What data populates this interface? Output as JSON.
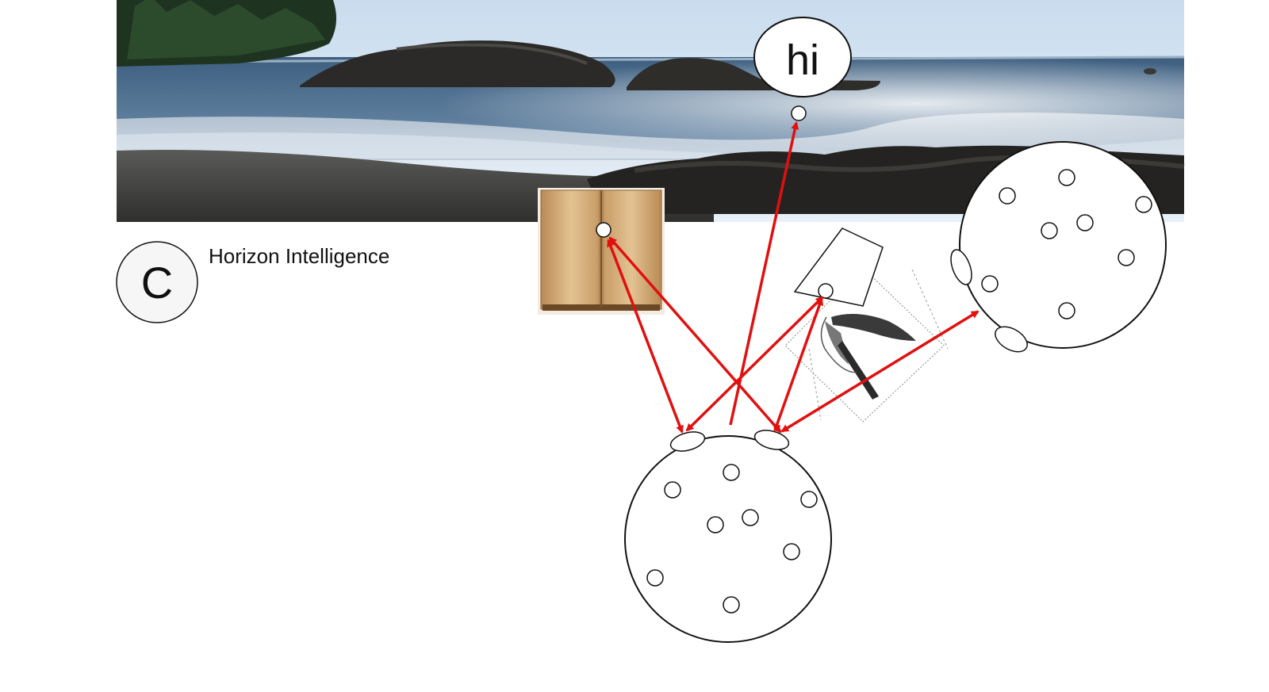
{
  "panel_letter": "C",
  "title": "Horizon Intelligence",
  "speech_text": "hi",
  "colors": {
    "arrow": "#e01010",
    "outline": "#111111",
    "background": "#ffffff",
    "sky": "#dde9f6",
    "sea": "#4a6d8e",
    "sand": "#4a4a4a",
    "rock": "#2b2a28",
    "book_page": "#e2c08e"
  },
  "icons": {
    "scene": "coastal-landscape-photo",
    "book": "open-book-icon",
    "drawing": "hand-drawing-sketch-icon",
    "speech": "speech-bubble-icon"
  }
}
